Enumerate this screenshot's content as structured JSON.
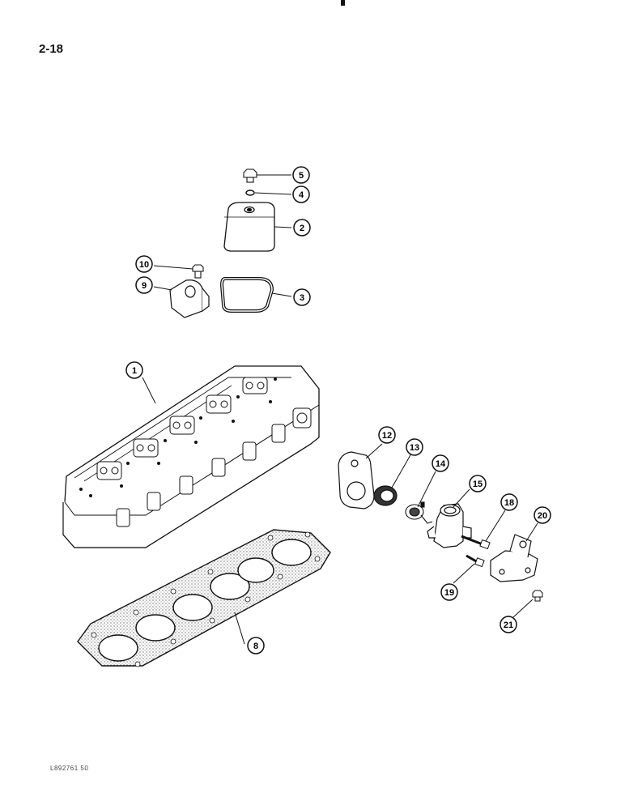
{
  "page": {
    "page_number": "2-18",
    "reference_code": "L892761 50"
  },
  "callouts": [
    {
      "number": "1",
      "part": "cylinder-head"
    },
    {
      "number": "2",
      "part": "rocker-cover"
    },
    {
      "number": "3",
      "part": "cover-gasket"
    },
    {
      "number": "4",
      "part": "washer"
    },
    {
      "number": "5",
      "part": "cover-bolt"
    },
    {
      "number": "8",
      "part": "head-gasket"
    },
    {
      "number": "9",
      "part": "lifting-bracket"
    },
    {
      "number": "10",
      "part": "bracket-bolt"
    },
    {
      "number": "12",
      "part": "thermostat-gasket"
    },
    {
      "number": "13",
      "part": "seal"
    },
    {
      "number": "14",
      "part": "thermostat"
    },
    {
      "number": "15",
      "part": "thermostat-housing"
    },
    {
      "number": "18",
      "part": "housing-bolt"
    },
    {
      "number": "19",
      "part": "housing-bolt-short"
    },
    {
      "number": "20",
      "part": "rear-lifting-bracket"
    },
    {
      "number": "21",
      "part": "rear-bracket-bolt"
    }
  ]
}
